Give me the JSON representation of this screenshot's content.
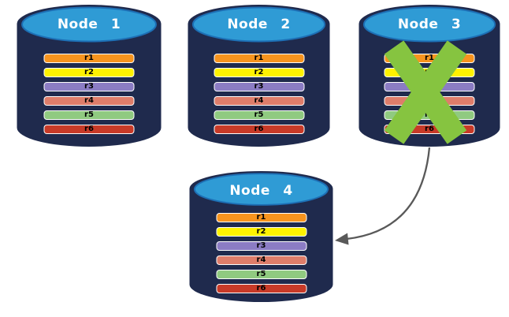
{
  "diagram": {
    "background_color": "#ffffff",
    "cylinder": {
      "body_color": "#1F2A4D",
      "top_color": "#2F9BD5",
      "top_outline_color": "#1D6FB5",
      "label_color": "#ffffff"
    },
    "nodes": [
      {
        "label": "Node 1",
        "failed": false,
        "records": [
          {
            "label": "r1",
            "color": "#F7941E"
          },
          {
            "label": "r2",
            "color": "#FFF200"
          },
          {
            "label": "r3",
            "color": "#8B7CC4"
          },
          {
            "label": "r4",
            "color": "#DE7D6A"
          },
          {
            "label": "r5",
            "color": "#90CA80"
          },
          {
            "label": "r6",
            "color": "#C83A28"
          }
        ]
      },
      {
        "label": "Node 2",
        "failed": false,
        "records": [
          {
            "label": "r1",
            "color": "#F7941E"
          },
          {
            "label": "r2",
            "color": "#FFF200"
          },
          {
            "label": "r3",
            "color": "#8B7CC4"
          },
          {
            "label": "r4",
            "color": "#DE7D6A"
          },
          {
            "label": "r5",
            "color": "#90CA80"
          },
          {
            "label": "r6",
            "color": "#C83A28"
          }
        ]
      },
      {
        "label": "Node 3",
        "failed": true,
        "records": [
          {
            "label": "r1",
            "color": "#F7941E"
          },
          {
            "label": "r2",
            "color": "#FFF200"
          },
          {
            "label": "r3",
            "color": "#8B7CC4"
          },
          {
            "label": "r4",
            "color": "#DE7D6A"
          },
          {
            "label": "r5",
            "color": "#90CA80"
          },
          {
            "label": "r6",
            "color": "#C83A28"
          }
        ]
      },
      {
        "label": "Node 4",
        "failed": false,
        "records": [
          {
            "label": "r1",
            "color": "#F7941E"
          },
          {
            "label": "r2",
            "color": "#FFF200"
          },
          {
            "label": "r3",
            "color": "#8B7CC4"
          },
          {
            "label": "r4",
            "color": "#DE7D6A"
          },
          {
            "label": "r5",
            "color": "#90CA80"
          },
          {
            "label": "r6",
            "color": "#C83A28"
          }
        ]
      }
    ],
    "failure_x": {
      "color": "#86C440",
      "on_node": "Node 3"
    },
    "arrow": {
      "color": "#595959",
      "from": "Node 3",
      "to": "Node 4"
    }
  }
}
